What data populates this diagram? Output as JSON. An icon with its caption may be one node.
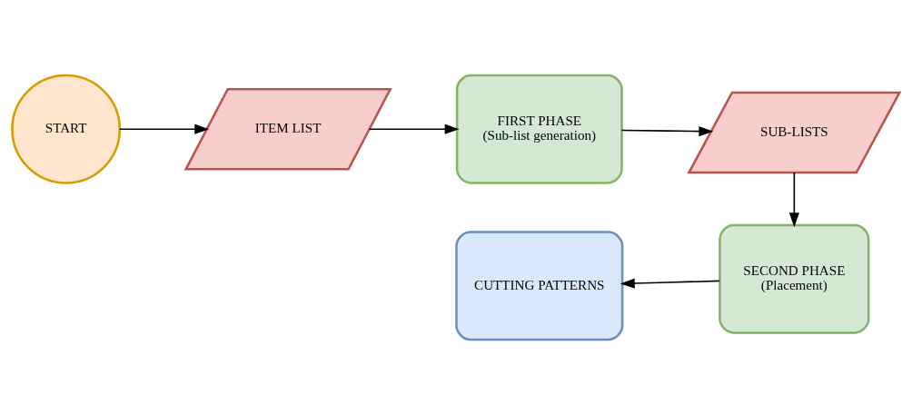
{
  "diagram": {
    "nodes": [
      {
        "text": [
          "START"
        ]
      },
      {
        "text": [
          "ITEM LIST"
        ]
      },
      {
        "text": [
          "FIRST PHASE",
          "(Sub-list generation)"
        ]
      },
      {
        "text": [
          "SUB-LISTS"
        ]
      },
      {
        "text": [
          "SECOND PHASE",
          "(Placement)"
        ]
      },
      {
        "text": [
          "CUTTING PATTERNS"
        ]
      }
    ],
    "edges": [
      {
        "from": 0,
        "to": 1,
        "arrow": "to"
      },
      {
        "from": 1,
        "to": 2,
        "arrow": "to"
      },
      {
        "from": 2,
        "to": 3,
        "arrow": "to"
      },
      {
        "from": 3,
        "to": 4,
        "arrow": "to"
      },
      {
        "from": 4,
        "to": 5,
        "arrow": "to"
      }
    ]
  }
}
